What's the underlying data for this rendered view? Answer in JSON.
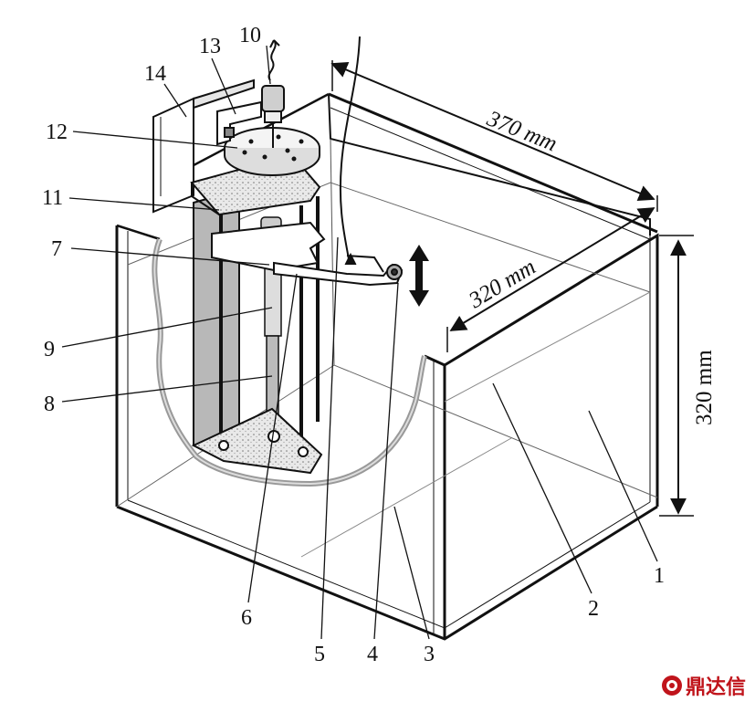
{
  "labels": {
    "l1": "1",
    "l2": "2",
    "l3": "3",
    "l4": "4",
    "l5": "5",
    "l6": "6",
    "l7": "7",
    "l8": "8",
    "l9": "9",
    "l10": "10",
    "l11": "11",
    "l12": "12",
    "l13": "13",
    "l14": "14"
  },
  "dimensions": {
    "length": "370 mm",
    "width": "320 mm",
    "height": "320 mm"
  },
  "watermark": {
    "text": "鼎达信"
  },
  "colors": {
    "line": "#111111",
    "panel": "#b8b8b8",
    "plate": "#dcdcdc",
    "brand": "#c0141b"
  }
}
